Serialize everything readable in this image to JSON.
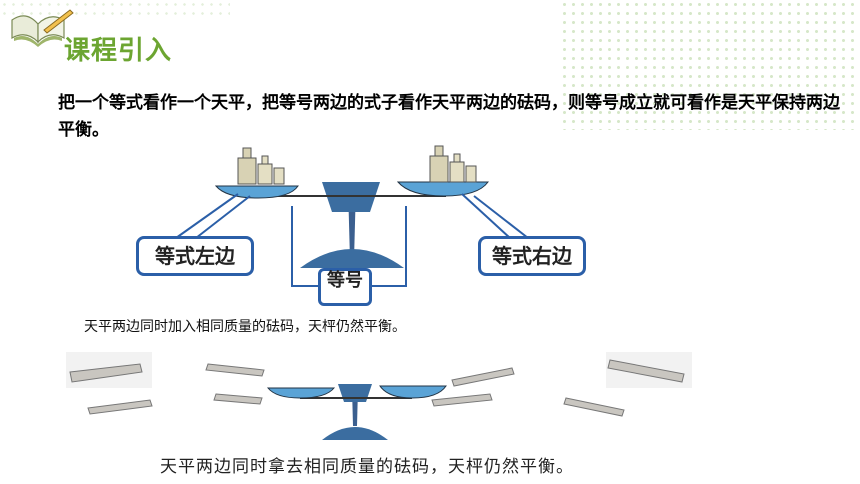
{
  "header": {
    "title": "课程引入",
    "book_icon": "open-book-pencil-icon"
  },
  "intro": {
    "text": "把一个等式看作一个天平，把等号两边的式子看作天平两边的砝码，则等号成立就可看作是天平保持两边平衡。"
  },
  "diagram": {
    "left_label": "等式左边",
    "right_label": "等式右边",
    "middle_label": "等号"
  },
  "captions": {
    "add": "天平两边同时加入相同质量的砝码，天枰仍然平衡。",
    "remove": "天平两边同时拿去相同质量的砝码，天枰仍然平衡。"
  },
  "colors": {
    "accent_green": "#6ca531",
    "label_blue": "#2b5fa8",
    "pan_blue": "#5aa3d6"
  }
}
